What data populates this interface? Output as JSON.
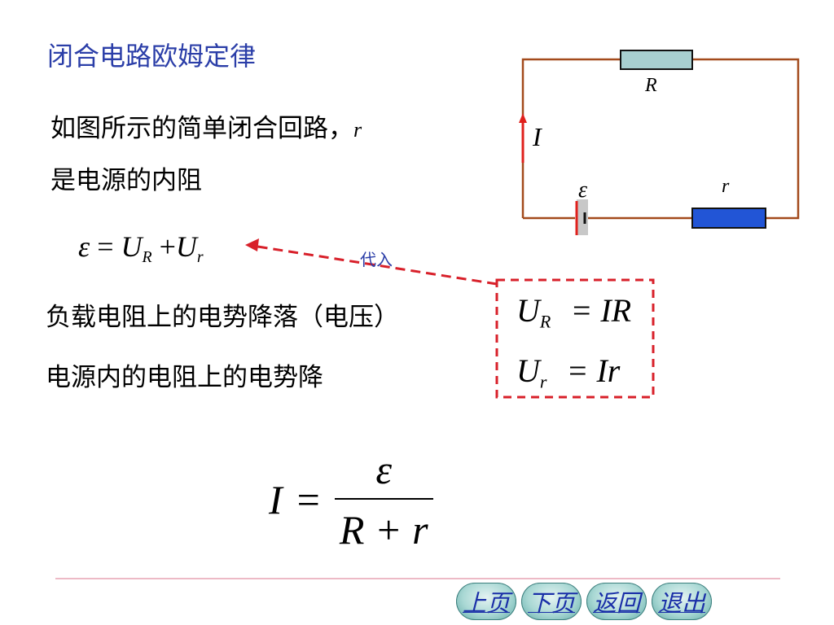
{
  "title": "闭合电路欧姆定律",
  "intro": {
    "line1": "如图所示的简单闭合回路，",
    "line1_var": "r",
    "line2": "是电源的内阻"
  },
  "equation_emf": {
    "emf": "ε",
    "equals": "=",
    "u": "U",
    "sub_R": "R",
    "plus": "+",
    "sub_r": "r"
  },
  "substitute_label": "代入",
  "load_drop": {
    "label": "负载电阻上的电势降落（电压）",
    "lhs": "U",
    "sub": "R",
    "rhs": "= IR"
  },
  "internal_drop": {
    "label": "电源内的电阻上的电势降",
    "lhs": "U",
    "sub": "r",
    "rhs": "= Ir"
  },
  "final_law": {
    "lhs": "I",
    "equals": "=",
    "numerator": "ε",
    "denominator": "R + r"
  },
  "circuit": {
    "resistor_label": "R",
    "current_label": "I",
    "emf_label": "ε",
    "internal_label": "r",
    "wire_color": "#a34a1c",
    "current_arrow_color": "#e0201c",
    "resistor_color": "#a8cfd0",
    "internal_resistor_color": "#2255d6"
  },
  "nav": {
    "prev": "上页",
    "next": "下页",
    "back": "返回",
    "exit": "退出"
  },
  "colors": {
    "title": "#2b3ea8",
    "dashed": "#d8202a",
    "divider": "#e7a3b4"
  }
}
